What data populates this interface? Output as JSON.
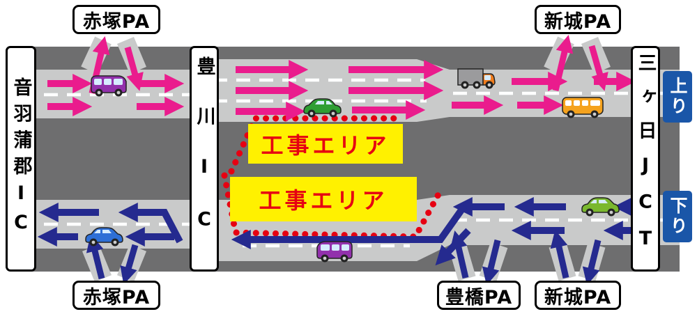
{
  "labels": {
    "ic_left": "音羽蒲郡IC",
    "ic_middle": "豊川IC",
    "jct_right": "三ヶ日JCT",
    "pa_top_left": "赤塚PA",
    "pa_top_right": "新城PA",
    "pa_bottom_left": "赤塚PA",
    "pa_bottom_middle": "豊橋PA",
    "pa_bottom_right": "新城PA",
    "direction_up": "上り",
    "direction_down": "下り"
  },
  "construction": {
    "area1_label": "工事エリア",
    "area2_label": "工事エリア"
  },
  "colors": {
    "up_arrow": "#ea1c8d",
    "down_arrow": "#252a8f",
    "construction_bg": "#fff100",
    "construction_text": "#e60012",
    "construction_dots": "#e60012",
    "road_dark": "#6e6e6f",
    "road_light": "#c9caca",
    "lane_line": "#ffffff",
    "direction_tag_bg": "#1a56a8",
    "label_border": "#000000",
    "label_bg": "#ffffff"
  },
  "icons": [
    {
      "name": "van-icon",
      "color": "purple",
      "roadway": "up"
    },
    {
      "name": "car-icon",
      "color": "green",
      "roadway": "up"
    },
    {
      "name": "truck-icon",
      "color": "gray-orange",
      "roadway": "up"
    },
    {
      "name": "bus-icon",
      "color": "orange",
      "roadway": "up"
    },
    {
      "name": "car-icon",
      "color": "blue",
      "roadway": "down"
    },
    {
      "name": "van-icon",
      "color": "purple",
      "roadway": "down"
    },
    {
      "name": "car-icon",
      "color": "yellow-green",
      "roadway": "down"
    }
  ]
}
